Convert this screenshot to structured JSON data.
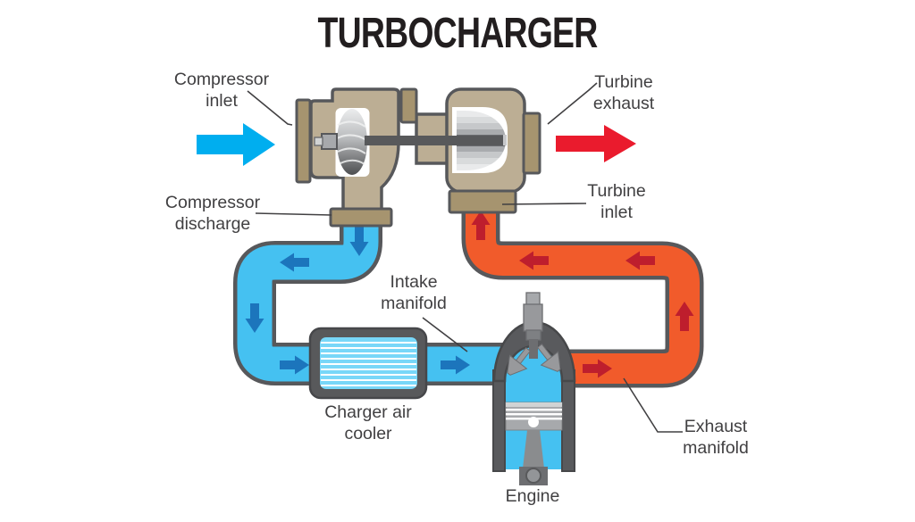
{
  "title": "TURBOCHARGER",
  "labels": {
    "compressor_inlet": "Compressor\ninlet",
    "turbine_exhaust": "Turbine\nexhaust",
    "compressor_discharge": "Compressor\ndischarge",
    "turbine_inlet": "Turbine\ninlet",
    "intake_manifold": "Intake\nmanifold",
    "charger_air_cooler": "Charger air\ncooler",
    "engine": "Engine",
    "exhaust_manifold": "Exhaust\nmanifold"
  },
  "colors": {
    "intake_pipe": "#45C1F1",
    "intake_flow_arrow": "#1C75BC",
    "inlet_air_arrow": "#00AEEF",
    "exhaust_pipe": "#F15B2B",
    "exhaust_flow_arrow": "#BE1E2D",
    "exhaust_air_arrow": "#EA1B2D",
    "turbo_housing": "#BCAE94",
    "turbo_flange": "#A6946F",
    "outline": "#57585B",
    "engine_body": "#595A5D",
    "cooler_core": "#78D7F8",
    "label_text": "#414042"
  }
}
